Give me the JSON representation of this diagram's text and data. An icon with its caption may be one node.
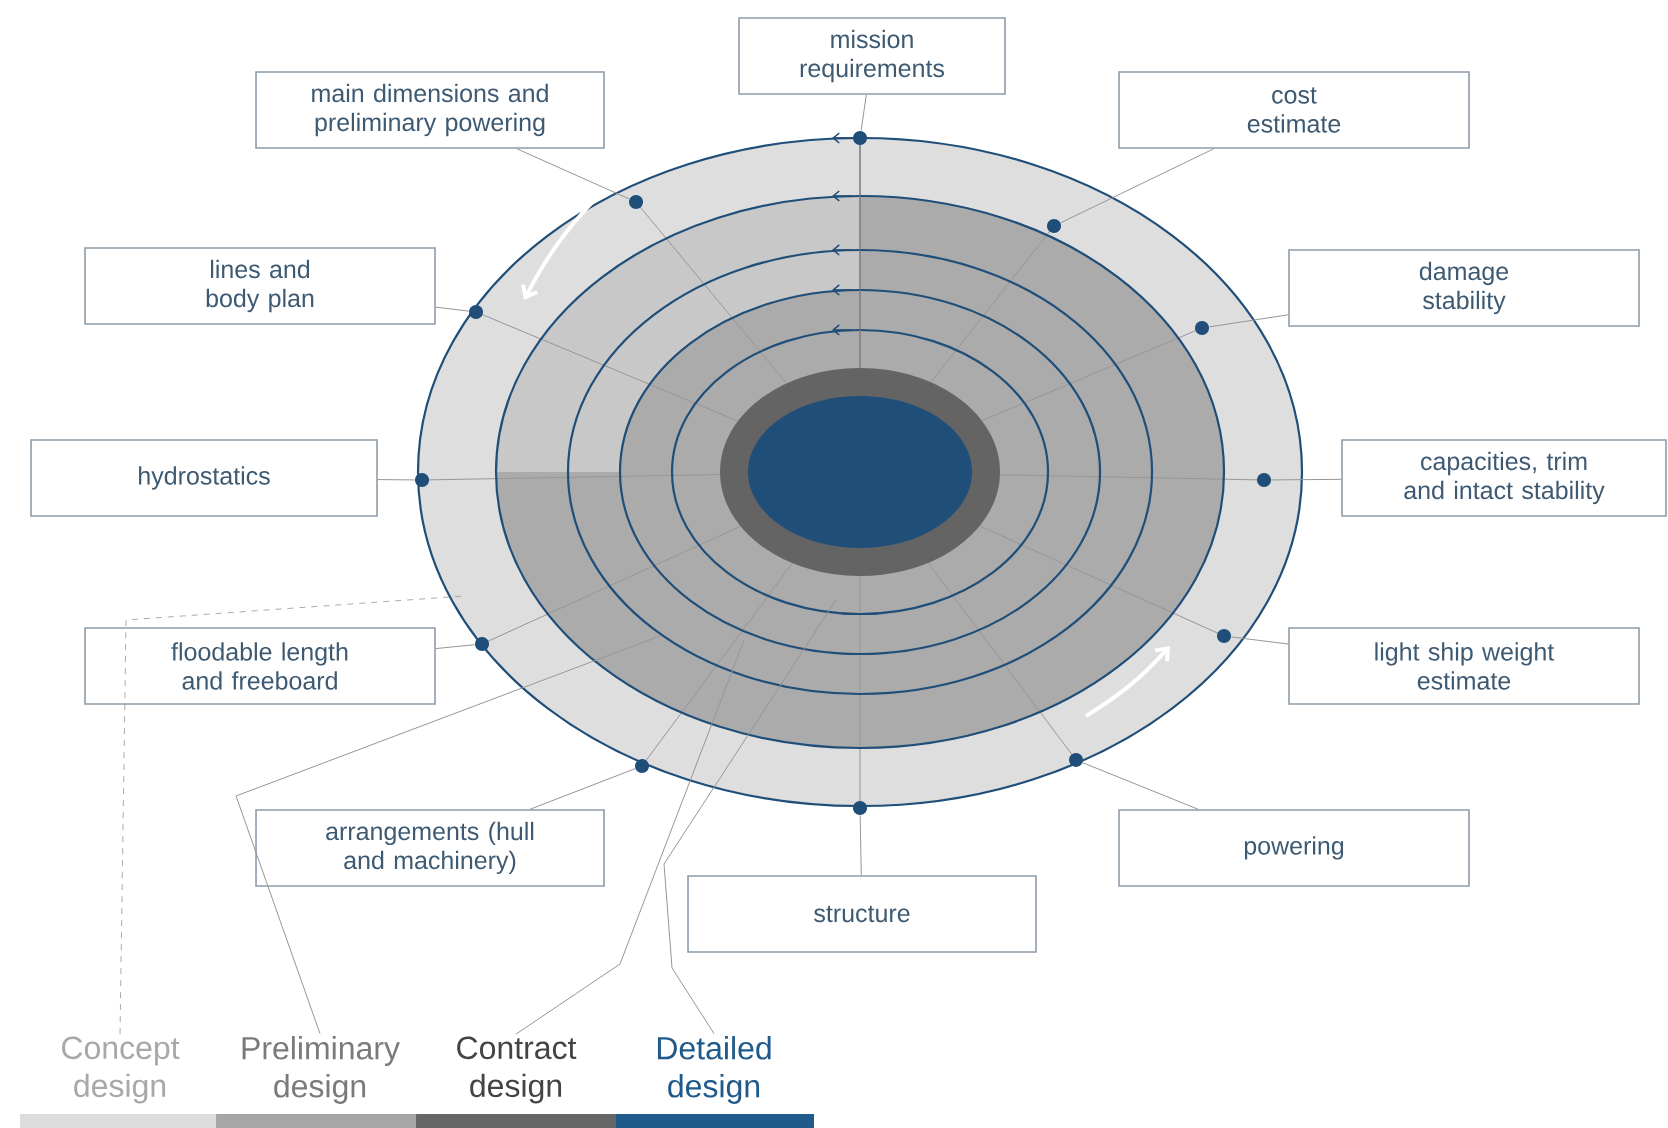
{
  "diagram": {
    "nodes": [
      {
        "text": [
          "mission requirements"
        ]
      },
      {
        "text": [
          "main dimensions and preliminary powering"
        ]
      },
      {
        "text": [
          "cost estimate"
        ]
      },
      {
        "text": [
          "lines and body plan"
        ]
      },
      {
        "text": [
          "damage stability"
        ]
      },
      {
        "text": [
          "hydrostatics"
        ]
      },
      {
        "text": [
          "capacities, trim and intact stability"
        ]
      },
      {
        "text": [
          "floodable length and freeboard"
        ]
      },
      {
        "text": [
          "light ship weight estimate"
        ]
      },
      {
        "text": [
          "arrangements (hull and machinery)"
        ]
      },
      {
        "text": [
          "powering"
        ]
      },
      {
        "text": [
          "structure"
        ]
      },
      {
        "text": [
          "Concept design"
        ]
      },
      {
        "text": [
          "Preliminary design"
        ]
      },
      {
        "text": [
          "Contract design"
        ]
      },
      {
        "text": [
          "Detailed design"
        ]
      },
      {
        "text": [],
        "shape": "circle"
      },
      {
        "text": [],
        "shape": "circle"
      },
      {
        "text": [],
        "shape": "circle"
      },
      {
        "text": [],
        "shape": "circle"
      },
      {
        "text": [],
        "shape": "circle"
      },
      {
        "text": [],
        "shape": "circle"
      },
      {
        "text": [],
        "shape": "circle"
      },
      {
        "text": [],
        "shape": "circle"
      },
      {
        "text": [],
        "shape": "circle"
      },
      {
        "text": [],
        "shape": "circle"
      },
      {
        "text": [],
        "shape": "circle"
      },
      {
        "text": [],
        "shape": "circle"
      }
    ],
    "edges": [
      {
        "from": 0,
        "to": 16,
        "arrow": "none"
      },
      {
        "from": 1,
        "to": 17,
        "arrow": "none"
      },
      {
        "from": 2,
        "to": 18,
        "arrow": "none"
      },
      {
        "from": 3,
        "to": 19,
        "arrow": "none"
      },
      {
        "from": 4,
        "to": 20,
        "arrow": "none"
      },
      {
        "from": 5,
        "to": 21,
        "arrow": "none"
      },
      {
        "from": 6,
        "to": 22,
        "arrow": "none"
      },
      {
        "from": 7,
        "to": 23,
        "arrow": "none"
      },
      {
        "from": 8,
        "to": 24,
        "arrow": "none"
      },
      {
        "from": 9,
        "to": 25,
        "arrow": "none"
      },
      {
        "from": 10,
        "to": 26,
        "arrow": "none"
      },
      {
        "from": 11,
        "to": 27,
        "arrow": "none"
      },
      {
        "from": 12,
        "to": null,
        "arrow": "none",
        "style": "dashed"
      },
      {
        "from": 13,
        "to": null,
        "arrow": "none"
      },
      {
        "from": 14,
        "to": null,
        "arrow": "none"
      },
      {
        "from": 15,
        "to": null,
        "arrow": "none"
      }
    ]
  }
}
